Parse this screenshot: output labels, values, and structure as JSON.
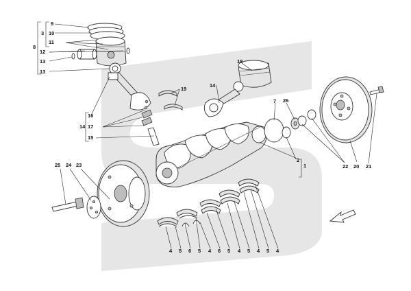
{
  "parts": {
    "p1": "1",
    "p2": "2",
    "p3": "3",
    "p4": "4",
    "p5": "5",
    "p6": "6",
    "p7": "7",
    "p8": "8",
    "p9": "9",
    "p10": "10",
    "p11": "11",
    "p12": "12",
    "p13": "13",
    "p14": "14",
    "p15": "15",
    "p16": "16",
    "p17": "17",
    "p18": "18",
    "p19": "19",
    "p20": "20",
    "p21": "21",
    "p22": "22",
    "p23": "23",
    "p24": "24",
    "p25": "25",
    "p26": "26"
  },
  "colors": {
    "watermark": "#e6e6e6",
    "ink": "#222222"
  },
  "icons": {
    "direction": "arrow-icon"
  }
}
